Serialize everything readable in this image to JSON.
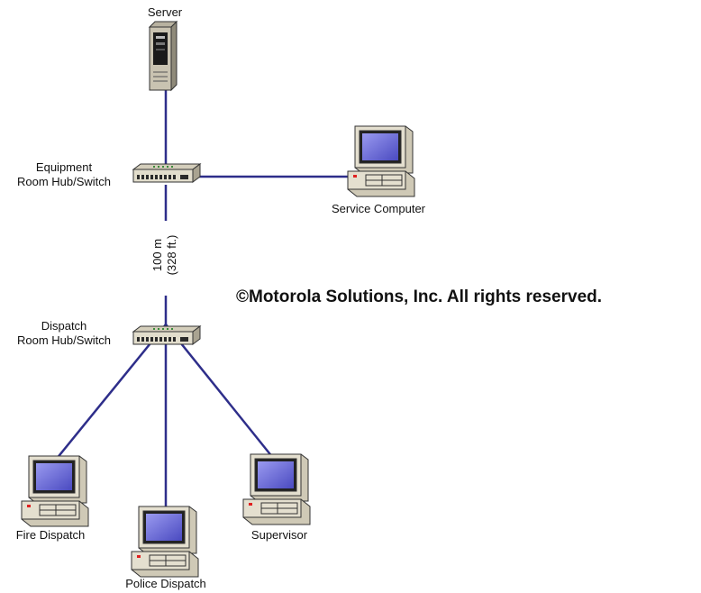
{
  "nodes": {
    "server": {
      "label": "Server"
    },
    "equipment_hub": {
      "label_line1": "Equipment",
      "label_line2": "Room Hub/Switch"
    },
    "service_computer": {
      "label": "Service Computer"
    },
    "dispatch_hub": {
      "label_line1": "Dispatch",
      "label_line2": "Room Hub/Switch"
    },
    "fire_dispatch": {
      "label": "Fire Dispatch"
    },
    "police_dispatch": {
      "label": "Police Dispatch"
    },
    "supervisor": {
      "label": "Supervisor"
    }
  },
  "link_distance": {
    "line1": "100 m",
    "line2": "(328 ft.)"
  },
  "copyright": "©Motorola Solutions, Inc. All rights reserved.",
  "colors": {
    "link": "#2e2e8a",
    "screen": "#6a6ad8",
    "case": "#d8d2c0",
    "led": "#e02020"
  }
}
